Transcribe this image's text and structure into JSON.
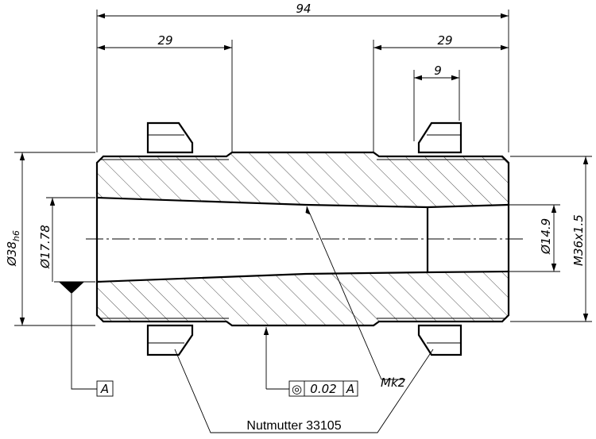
{
  "dimensions": {
    "overall_length": "94",
    "left_nut_width": "29",
    "right_nut_width": "29",
    "right_groove": "9",
    "outer_diameter": "Ø38",
    "outer_diameter_tolerance": "h6",
    "taper_diameter": "Ø17.78",
    "bore_diameter": "Ø14.9",
    "thread": "M36x1.5"
  },
  "annotations": {
    "taper_label": "Mk2",
    "datum": "A",
    "tolerance_symbol": "◎",
    "tolerance_value": "0.02",
    "tolerance_datum": "A",
    "nut_label": "Nutmutter 33105"
  }
}
